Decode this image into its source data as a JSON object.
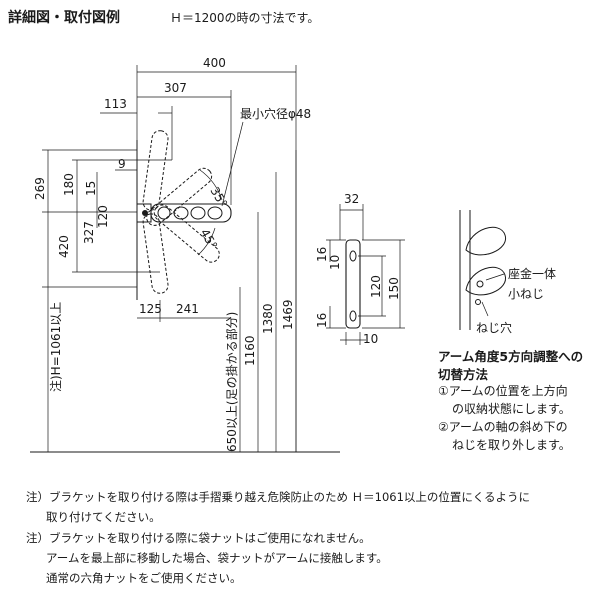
{
  "header": {
    "title": "詳細図・取付図例",
    "subtitle": "Ｈ＝1200の時の寸法です。"
  },
  "dimensions": {
    "d400": "400",
    "d307": "307",
    "d113": "113",
    "d9": "9",
    "d269": "269",
    "d180": "180",
    "d15": "15",
    "d120a": "120",
    "d327": "327",
    "d420": "420",
    "d125": "125",
    "d241": "241",
    "d1160": "1160",
    "d1380": "1380",
    "d1469": "1469",
    "angle35": "35°",
    "angle45": "45°",
    "hole_label": "最小穴径φ48",
    "h_label": "注)H=1061以上",
    "floor_label": "650以上(足の掛かる部分)"
  },
  "bracket_dims": {
    "d32": "32",
    "d16a": "16",
    "d10a": "10",
    "d120": "120",
    "d150": "150",
    "d16b": "16",
    "d10b": "10"
  },
  "detail": {
    "label1": "座金一体",
    "label2": "小ねじ",
    "label3": "ねじ穴"
  },
  "arm_adjust": {
    "heading1": "アーム角度5方向調整への",
    "heading2": "切替方法",
    "step1a": "①アームの位置を上方向",
    "step1b": "の収納状態にします。",
    "step2a": "②アームの軸の斜め下の",
    "step2b": "ねじを取り外します。"
  },
  "notes": {
    "line1": "注）ブラケットを取り付ける際は手摺乗り越え危険防止のため Ｈ＝1061以上の位置にくるように",
    "line2": "取り付けてください。",
    "line3": "注）ブラケットを取り付ける際に袋ナットはご使用になれません。",
    "line4": "アームを最上部に移動した場合、袋ナットがアームに接触します。",
    "line5": "通常の六角ナットをご使用ください。"
  }
}
